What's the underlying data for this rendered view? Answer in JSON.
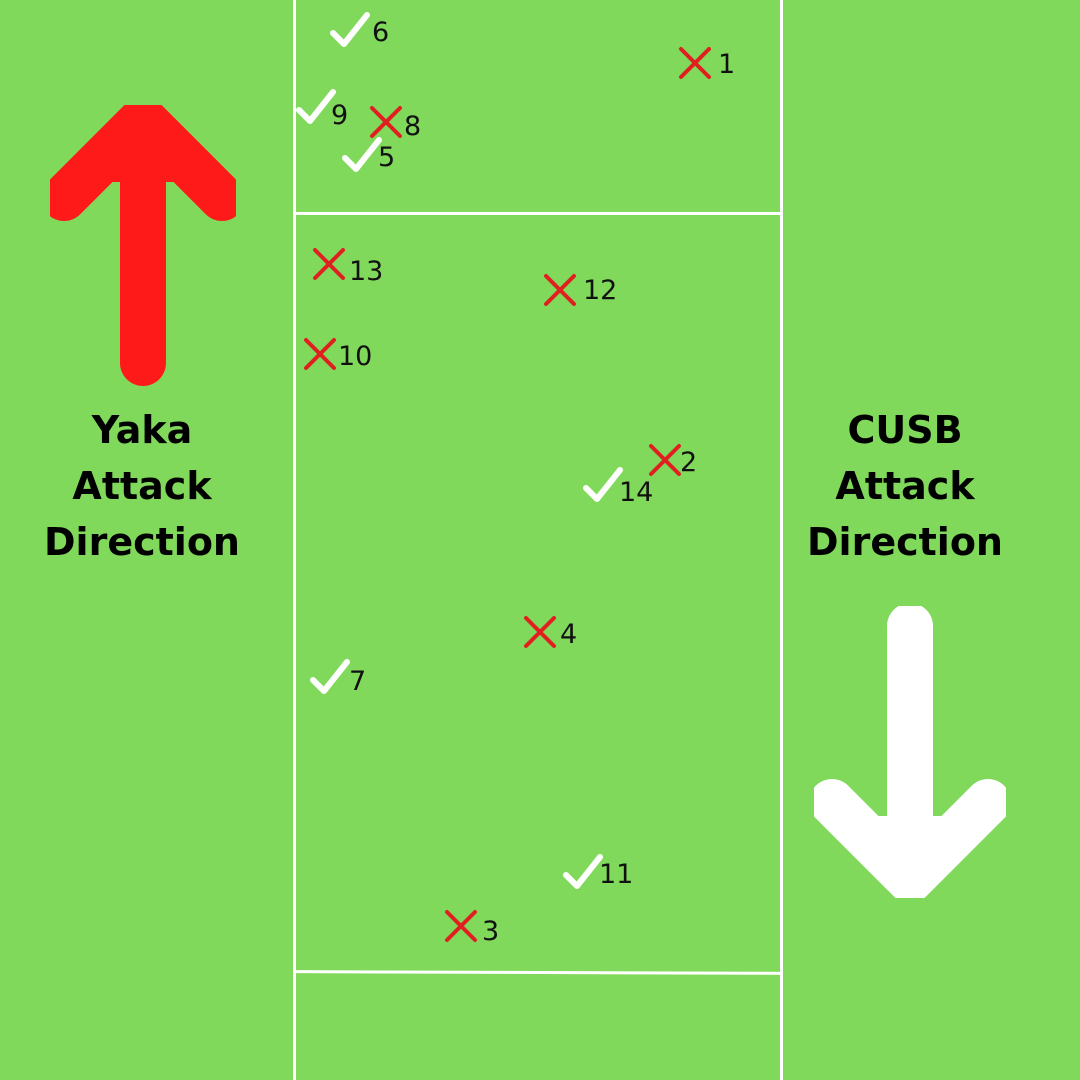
{
  "colors": {
    "pitch": "#80d95a",
    "lines": "#ffffff",
    "yaka_arrow": "#ff1a1a",
    "cusb_arrow": "#ffffff",
    "miss_mark": "#e02020",
    "success_mark": "#ffffff"
  },
  "yaka": {
    "label_line1": "Yaka",
    "label_line2": "Attack",
    "label_line3": "Direction",
    "arrow_icon": "arrow-up-icon"
  },
  "cusb": {
    "label_line1": "CUSB",
    "label_line2": "Attack",
    "label_line3": "Direction",
    "arrow_icon": "arrow-down-icon"
  },
  "markers": [
    {
      "n": "1",
      "result": "miss"
    },
    {
      "n": "2",
      "result": "miss"
    },
    {
      "n": "3",
      "result": "miss"
    },
    {
      "n": "4",
      "result": "miss"
    },
    {
      "n": "5",
      "result": "success"
    },
    {
      "n": "6",
      "result": "success"
    },
    {
      "n": "7",
      "result": "success"
    },
    {
      "n": "8",
      "result": "miss"
    },
    {
      "n": "9",
      "result": "success"
    },
    {
      "n": "10",
      "result": "miss"
    },
    {
      "n": "11",
      "result": "success"
    },
    {
      "n": "12",
      "result": "miss"
    },
    {
      "n": "13",
      "result": "miss"
    },
    {
      "n": "14",
      "result": "success"
    }
  ]
}
